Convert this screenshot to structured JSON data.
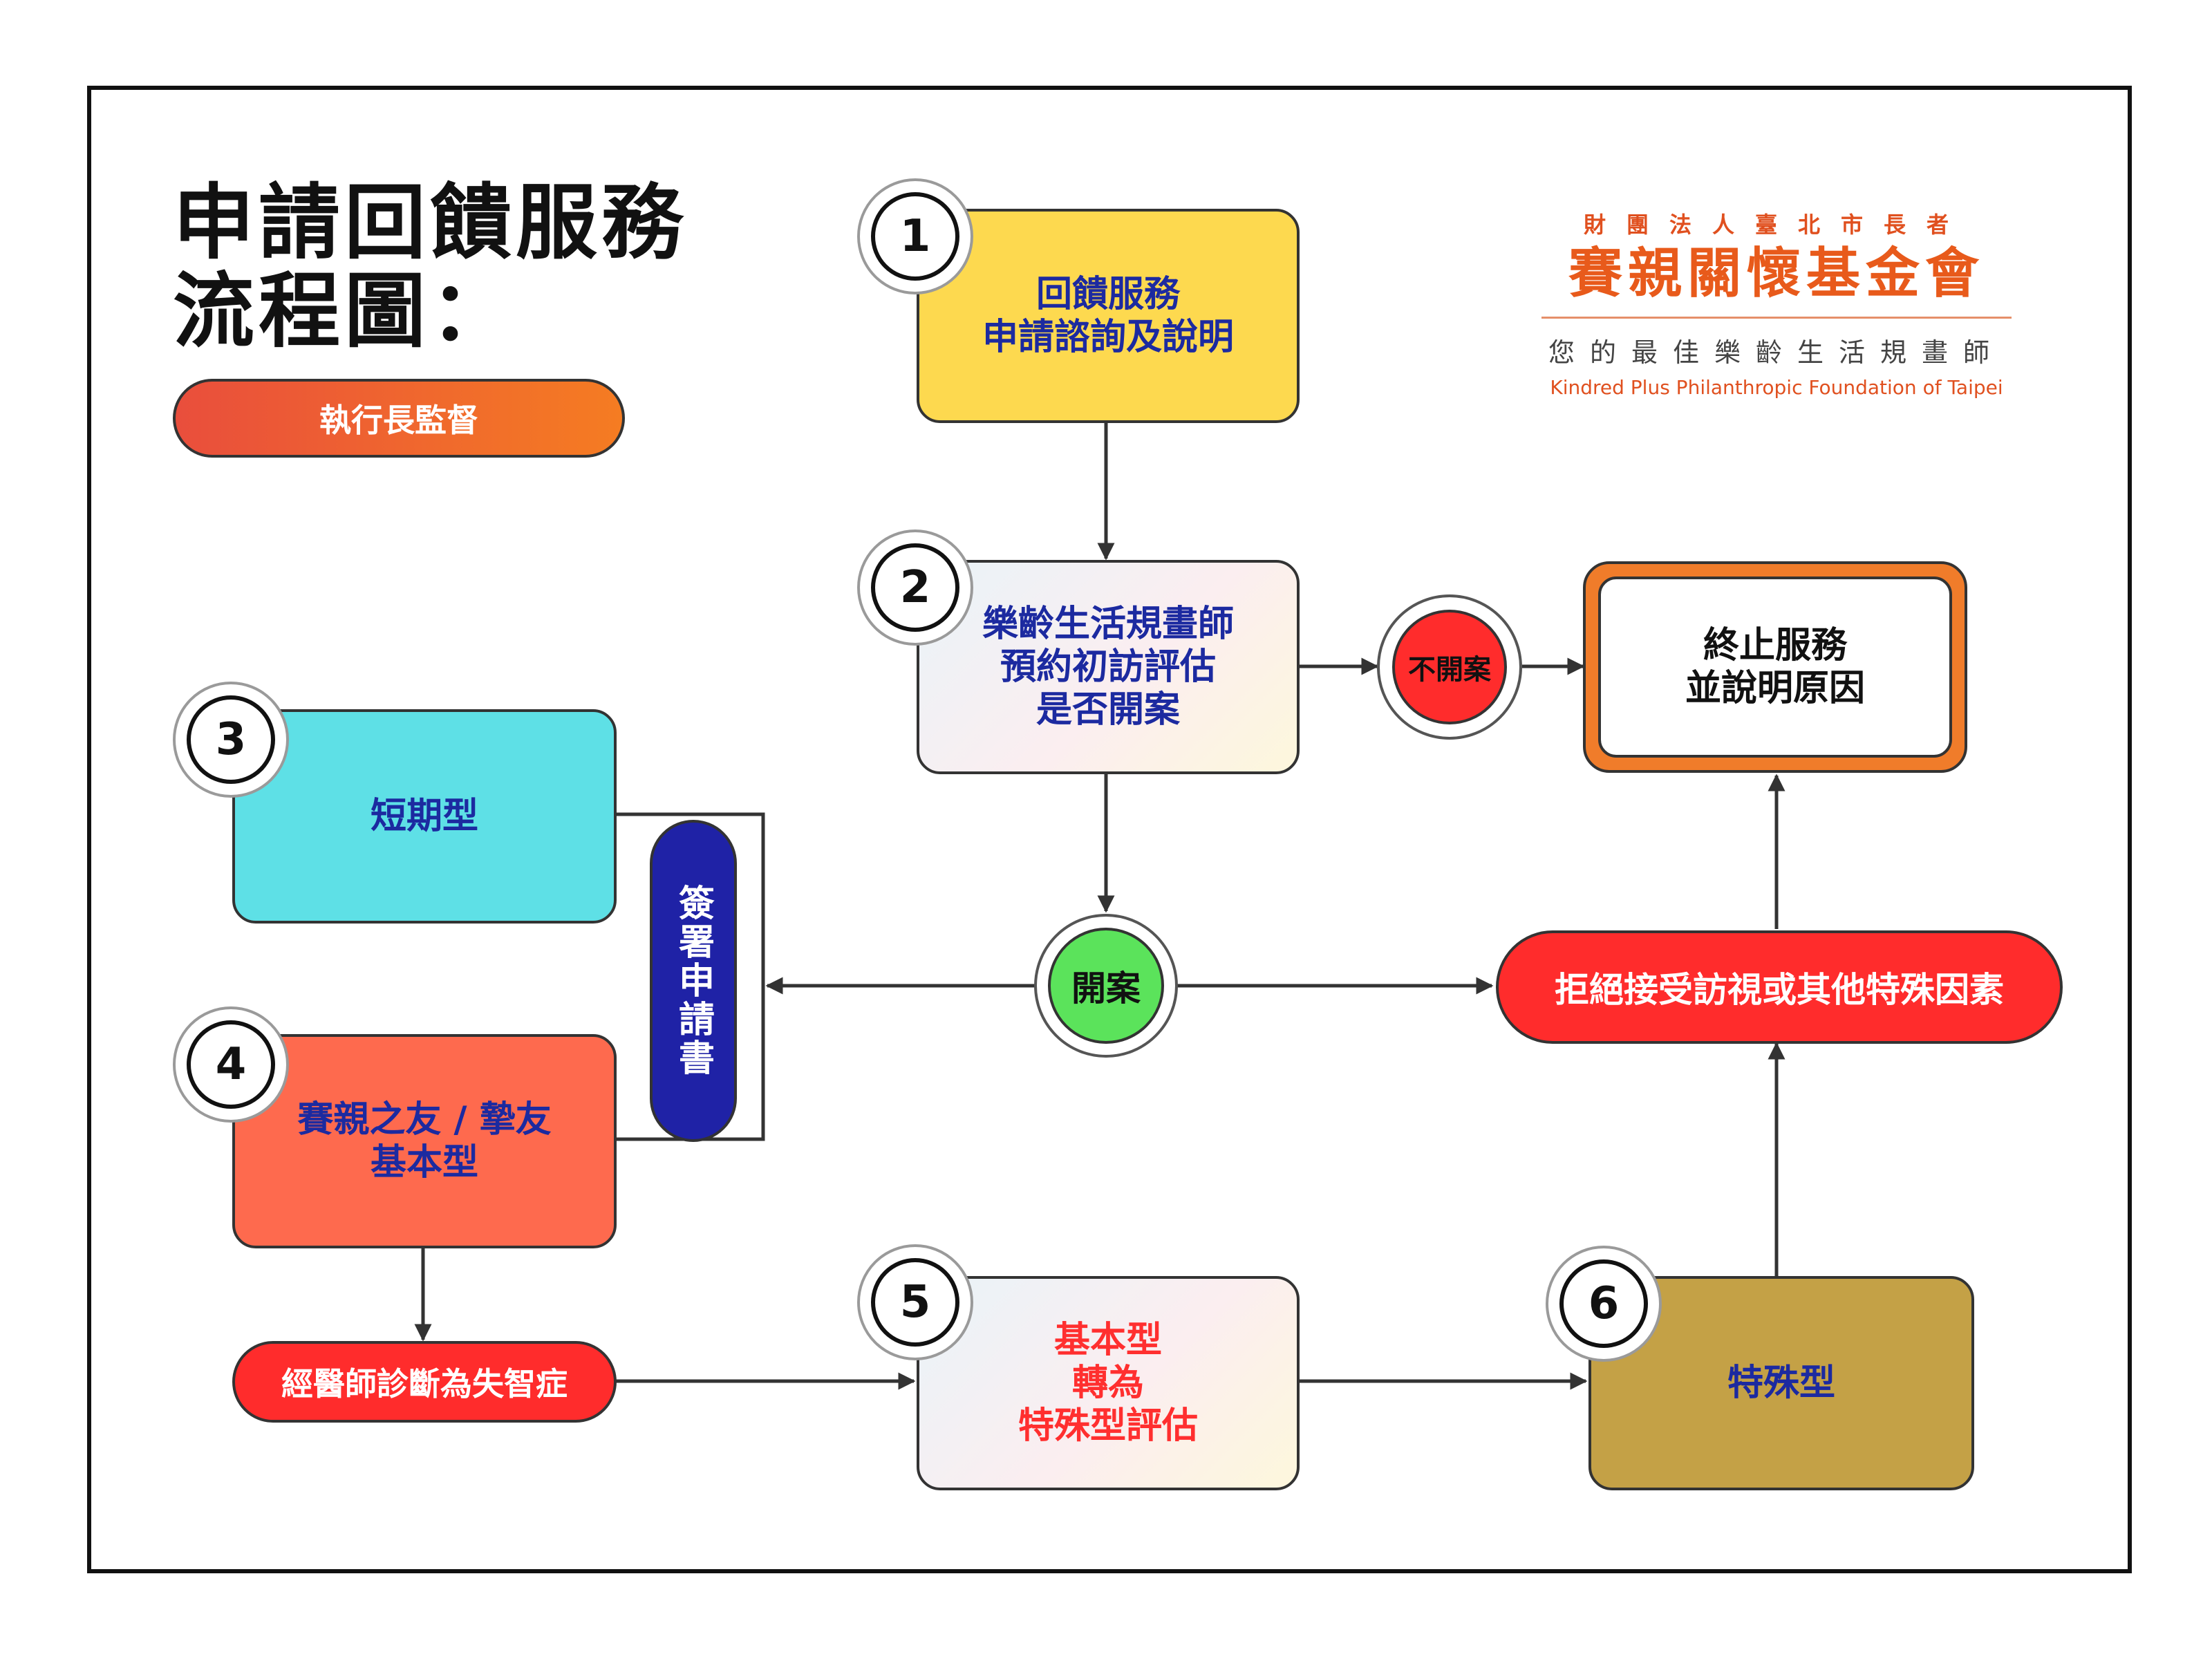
{
  "title": {
    "line1": "申請回饋服務",
    "line2": "流程圖："
  },
  "supervisor_label": "執行長監督",
  "logo": {
    "subtitle": "財團法人臺北市長者",
    "name": "賽親關懷基金會",
    "tagline": "您的最佳樂齡生活規畫師",
    "english": "Kindred Plus Philanthropic Foundation of Taipei"
  },
  "steps": [
    {
      "number": "1",
      "lines": [
        "回饋服務",
        "申請諮詢及說明"
      ]
    },
    {
      "number": "2",
      "lines": [
        "樂齡生活規畫師",
        "預約初訪評估",
        "是否開案"
      ]
    },
    {
      "number": "3",
      "lines": [
        "短期型"
      ]
    },
    {
      "number": "4",
      "lines": [
        "賽親之友 / 摯友",
        "基本型"
      ]
    },
    {
      "number": "5",
      "lines": [
        "基本型",
        "轉為",
        "特殊型評估"
      ]
    },
    {
      "number": "6",
      "lines": [
        "特殊型"
      ]
    }
  ],
  "decisions": {
    "no_open": "不開案",
    "open": "開案"
  },
  "terminate": [
    "終止服務",
    "並說明原因"
  ],
  "reject_reason": "拒絕接受訪視或其他特殊因素",
  "dementia": "經醫師診斷為失智症",
  "sign": "簽署申請書",
  "colors": {
    "step1": "#fdd94f",
    "step3": "#5ee0e6",
    "step4": "#fe6a4e",
    "step6": "#c4a146",
    "red": "#ff2c2c",
    "green": "#5be35b",
    "navy": "#1f22a6",
    "orange": "#f57c22"
  }
}
